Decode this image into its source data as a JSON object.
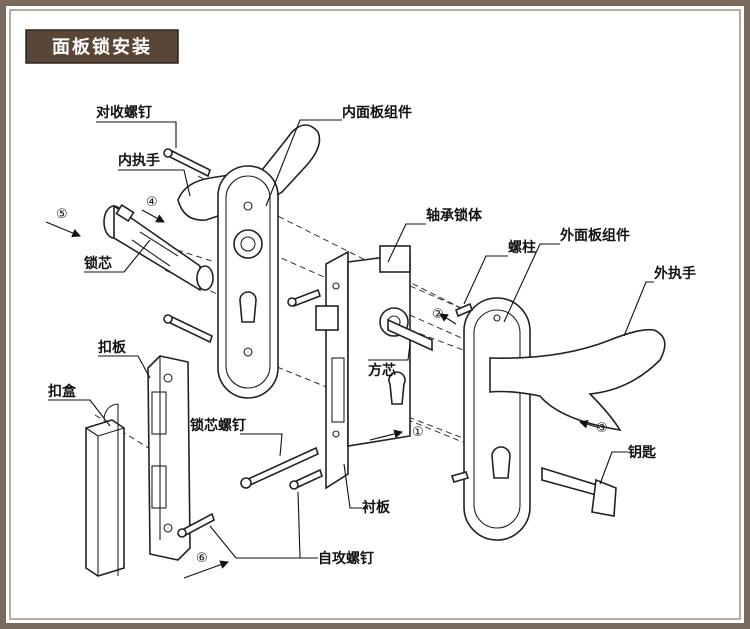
{
  "title": "面板锁安装",
  "colors": {
    "banner": "#5a4636",
    "frame": "#7a6a5e",
    "ink": "#222222"
  },
  "labels": {
    "strike_screw": "对收螺钉",
    "inner_panel": "内面板组件",
    "inner_handle": "内执手",
    "cylinder": "锁芯",
    "bearing_body": "轴承锁体",
    "stud": "螺柱",
    "outer_panel": "外面板组件",
    "outer_handle": "外执手",
    "strike_plate": "扣板",
    "strike_box": "扣盒",
    "spindle": "方芯",
    "cylinder_screw": "锁芯螺钉",
    "key": "钥匙",
    "backplate": "衬板",
    "tapping_screw": "自攻螺钉"
  },
  "steps": [
    "①",
    "②",
    "③",
    "④",
    "⑤",
    "⑥"
  ]
}
